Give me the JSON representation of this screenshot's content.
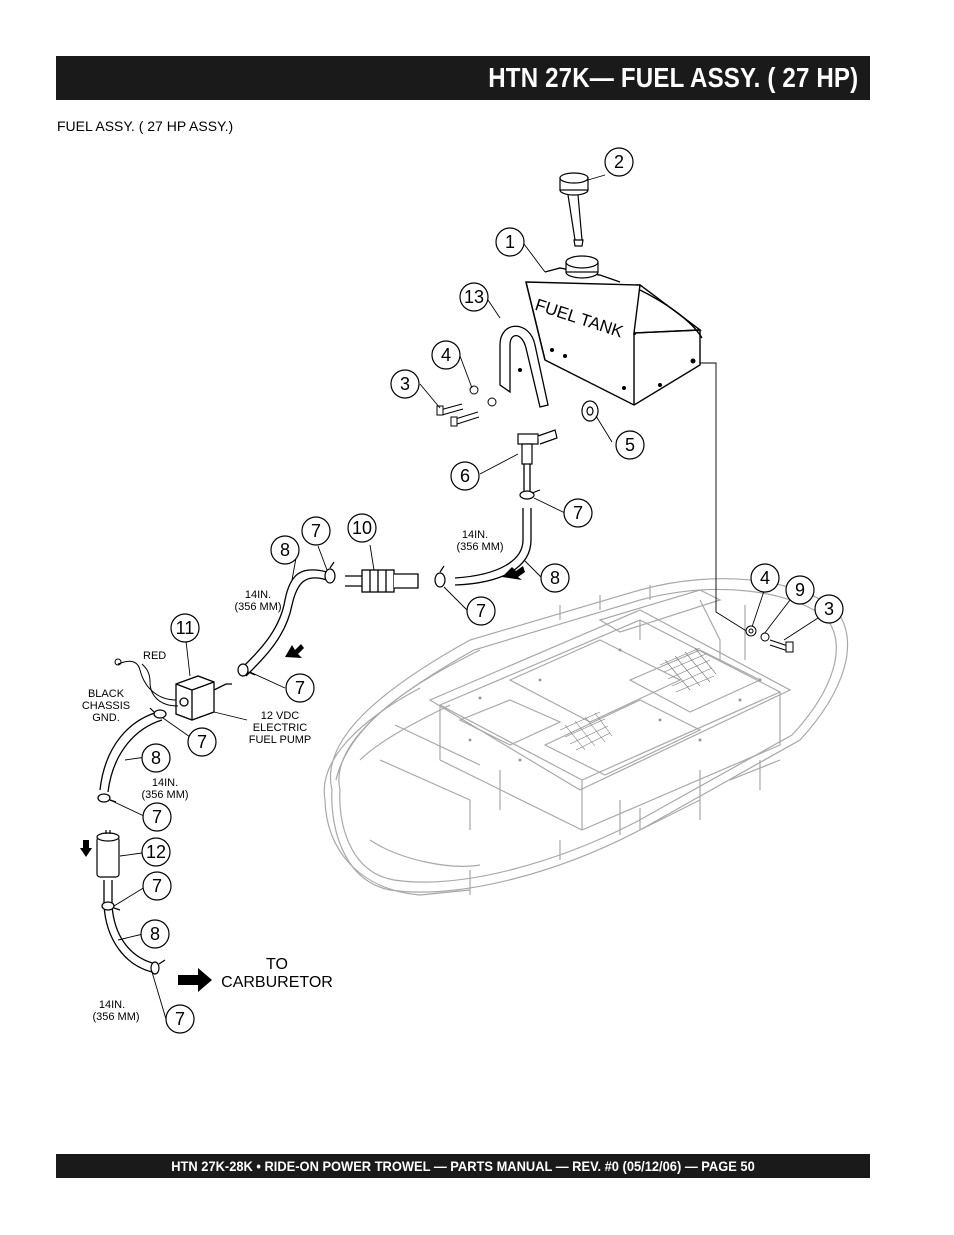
{
  "header": {
    "title": "HTN 27K— FUEL ASSY. ( 27 HP)"
  },
  "subtitle": "FUEL ASSY. ( 27 HP ASSY.)",
  "tank_label": "FUEL TANK",
  "notes": {
    "hose_len_1": "14IN.",
    "hose_mm_1": "(356 MM)",
    "hose_len_2": "14IN.",
    "hose_mm_2": "(356 MM)",
    "hose_len_3": "14IN.",
    "hose_mm_3": "(356 MM)",
    "hose_len_4": "14IN.",
    "hose_mm_4": "(356 MM)",
    "red": "RED",
    "black": "BLACK",
    "chassis": "CHASSIS",
    "gnd": "GND.",
    "pump_1": "12 VDC",
    "pump_2": "ELECTRIC",
    "pump_3": "FUEL PUMP",
    "to": "TO",
    "carburetor": "CARBURETOR"
  },
  "callouts": {
    "c1": "1",
    "c2": "2",
    "c3a": "3",
    "c3b": "3",
    "c4a": "4",
    "c4b": "4",
    "c5": "5",
    "c6": "6",
    "c7a": "7",
    "c7b": "7",
    "c7c": "7",
    "c7d": "7",
    "c7e": "7",
    "c7f": "7",
    "c7g": "7",
    "c7h": "7",
    "c8a": "8",
    "c8b": "8",
    "c8c": "8",
    "c8d": "8",
    "c9": "9",
    "c10": "10",
    "c11": "11",
    "c12": "12",
    "c13": "13"
  },
  "footer": {
    "text": "HTN 27K-28K  • RIDE-ON POWER TROWEL —  PARTS MANUAL — REV. #0 (05/12/06) — PAGE 50"
  }
}
